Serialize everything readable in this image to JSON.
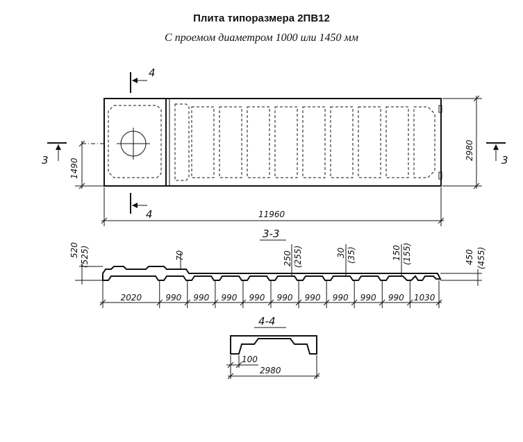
{
  "title": "Плита типоразмера 2ПВ12",
  "subtitle": "С проемом диаметром 1000 или 1450 мм",
  "plan": {
    "width_label": "11960",
    "height_label": "2980",
    "opening_offset_label": "1490",
    "section_3": "3",
    "section_4": "4"
  },
  "section_3_3": {
    "title": "3-3",
    "height_left": "520",
    "height_left_alt": "(525)",
    "rib_70": "70",
    "dim_250": "250",
    "dim_250_alt": "(255)",
    "dim_30": "30",
    "dim_30_alt": "(35)",
    "dim_150": "150",
    "dim_150_alt": "(155)",
    "height_right": "450",
    "height_right_alt": "(455)",
    "spans": [
      "2020",
      "990",
      "990",
      "990",
      "990",
      "990",
      "990",
      "990",
      "990",
      "990",
      "1030"
    ]
  },
  "section_4_4": {
    "title": "4-4",
    "dim_100": "100",
    "width": "2980"
  }
}
